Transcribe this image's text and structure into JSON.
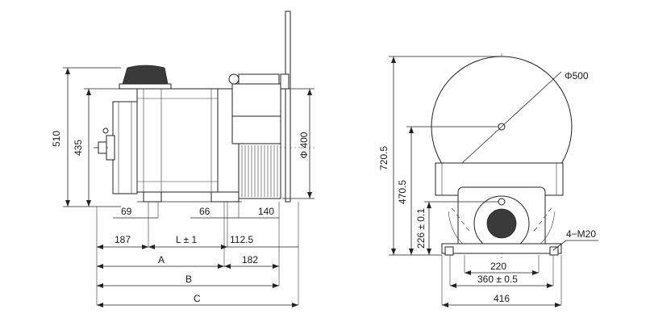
{
  "side_view": {
    "dimensions": {
      "h510": "510",
      "h435": "435",
      "d69": "69",
      "d66": "66",
      "d140": "140",
      "d187": "187",
      "L": "L ± 1",
      "d112": "112.5",
      "A": "A",
      "d182": "182",
      "B": "B",
      "C": "C",
      "phi400": "Φ 400"
    }
  },
  "front_view": {
    "dimensions": {
      "phi500": "Φ500",
      "h720": "720.5",
      "h470": "470.5",
      "h226": "226 ± 0.1",
      "bolt": "4−M20",
      "w220": "220",
      "w360": "360 ± 0.5",
      "w416": "416"
    }
  }
}
